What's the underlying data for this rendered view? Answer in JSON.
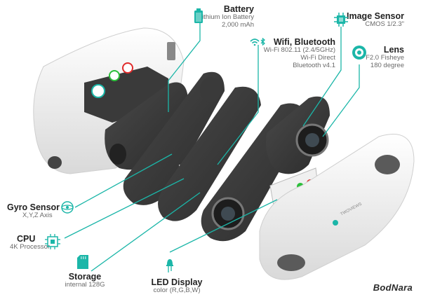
{
  "components": [
    {
      "id": "battery",
      "title": "Battery",
      "specs": [
        "Lithium Ion Battery",
        "2,000 mAh"
      ],
      "icon": "battery-icon"
    },
    {
      "id": "image-sensor",
      "title": "Image Sensor",
      "specs": [
        "CMOS 1/2.3\""
      ],
      "icon": "chip-icon"
    },
    {
      "id": "wifi-bluetooth",
      "title": "Wifi, Bluetooth",
      "specs": [
        "Wi-Fi 802.11 (2.4/5GHz)",
        "Wi-Fi Direct",
        "Bluetooth v4.1"
      ],
      "icon": "wifi-bluetooth-icon"
    },
    {
      "id": "lens",
      "title": "Lens",
      "specs": [
        "F2.0 Fisheye",
        "180 degree"
      ],
      "icon": "lens-icon"
    },
    {
      "id": "gyro-sensor",
      "title": "Gyro Sensor",
      "specs": [
        "X,Y,Z Axis"
      ],
      "icon": "gyro-icon"
    },
    {
      "id": "cpu",
      "title": "CPU",
      "specs": [
        "4K Processor"
      ],
      "icon": "cpu-icon"
    },
    {
      "id": "storage",
      "title": "Storage",
      "specs": [
        "internal 128G"
      ],
      "icon": "sd-card-icon"
    },
    {
      "id": "led-display",
      "title": "LED Display",
      "specs": [
        "color (R,G,B,W)"
      ],
      "icon": "led-icon"
    }
  ],
  "device_brand": "TWOVIEWS",
  "watermark": "BodNara",
  "colors": {
    "accent": "#1bb6a8",
    "board": "#3c3c3c",
    "shell": "#f3f3f3",
    "led_green": "#2bbf3a",
    "led_red": "#e02a2a"
  }
}
